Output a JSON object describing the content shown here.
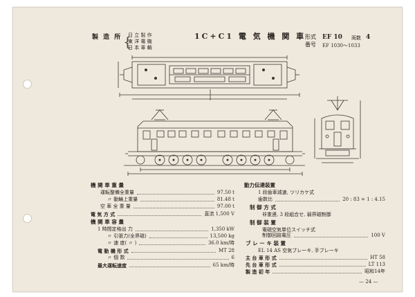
{
  "header": {
    "maker_label": "製 造 所",
    "makers": [
      "日 立 製 作",
      "東 洋 電 機",
      "日 本 車 輌"
    ],
    "title": "1C+C1 電 気 機 関 車",
    "type_label": "形式",
    "type_value": "EF 10",
    "count_label": "両数",
    "count_value": "4",
    "number_label": "番号",
    "number_value": "EF 1030〜1033"
  },
  "left": {
    "sec_weight": "機 関 車 重 量",
    "rows_weight": [
      {
        "label": "運転整備全重量",
        "value": "97.50 t"
      },
      {
        "label": "〃  動輪上重量",
        "value": "81.48 t"
      },
      {
        "label": "空 車 全 重 量",
        "value": "97.00 t"
      }
    ],
    "row_voltage": {
      "label": "電  気  方  式",
      "value": "直流 1,500 V"
    },
    "sec_capacity": "機 関 車 容 量",
    "rows_capacity": [
      {
        "label": "1 時間定格出  力",
        "value": "1,350 kW"
      },
      {
        "label": "〃  引張力(全界磁)",
        "value": "13,500 kg"
      },
      {
        "label": "〃  速  度(  〃  )",
        "value": "36.0 km/時"
      }
    ],
    "rows_motor": [
      {
        "label": "電 動 機 形 式",
        "value": "MT 28"
      },
      {
        "label": "〃  個  数",
        "value": "6"
      },
      {
        "label": "最大運転速度",
        "value": "65 km/時"
      }
    ]
  },
  "right": {
    "sec_drive": "動力伝達装置",
    "drive_desc": "1 段歯車減速, ツリカケ式",
    "row_gear": {
      "label": "歯数比",
      "value": "20 : 83 = 1 : 4.15"
    },
    "sec_control": "制  御  方  式",
    "control_desc": "非重連, 3 段組合せ, 弱界磁制御",
    "sec_device": "制  御  装  置",
    "device_desc": "電磁空気単位スイッチ式",
    "row_ctrl_voltage": {
      "label": "制御回路電圧",
      "value": "100 V"
    },
    "sec_brake": "ブ レ ー キ 装 置",
    "brake_desc": "EL 14 AS 空気ブレーキ, 手ブレーキ",
    "rows_other": [
      {
        "label": "主 台 車 形 式",
        "value": "HT 58"
      },
      {
        "label": "先 台 車 形 式",
        "value": "LT 113"
      },
      {
        "label": "製  造  初  年",
        "value": "昭和14年"
      }
    ]
  },
  "page_number": "— 24 —"
}
